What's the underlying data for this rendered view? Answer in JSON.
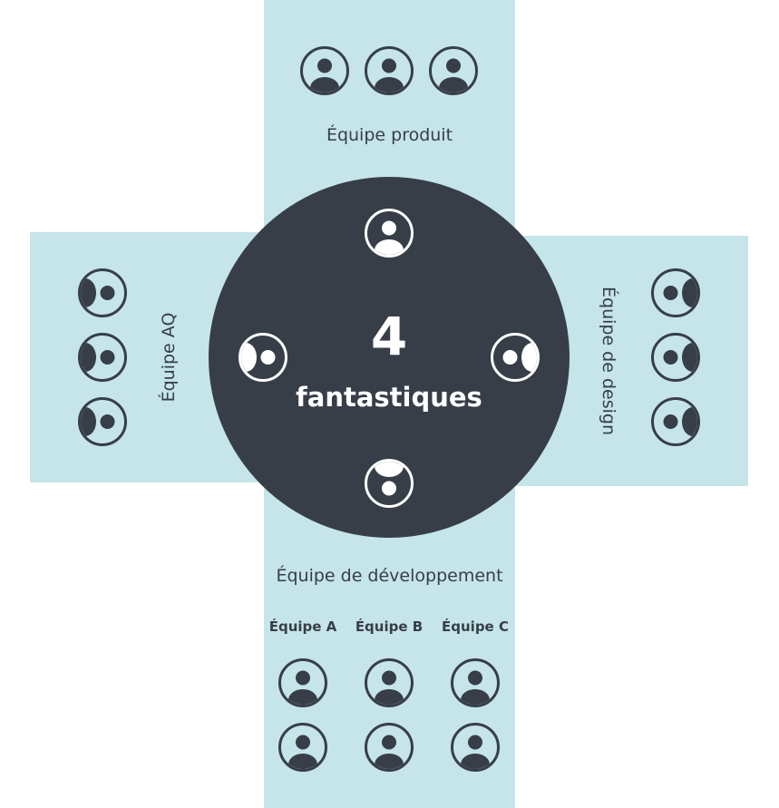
{
  "center": {
    "number": "4",
    "text": "fantastiques"
  },
  "teams": {
    "top": "Équipe produit",
    "left": "Équipe AQ",
    "right": "Équipe de design",
    "bottom": "Équipe de développement"
  },
  "subteams": [
    "Équipe A",
    "Équipe B",
    "Équipe C"
  ],
  "colors": {
    "band": "#c5e5e8",
    "center": "#373e48",
    "text": "#373e48",
    "white": "#ffffff"
  },
  "icon_name": "person-icon"
}
